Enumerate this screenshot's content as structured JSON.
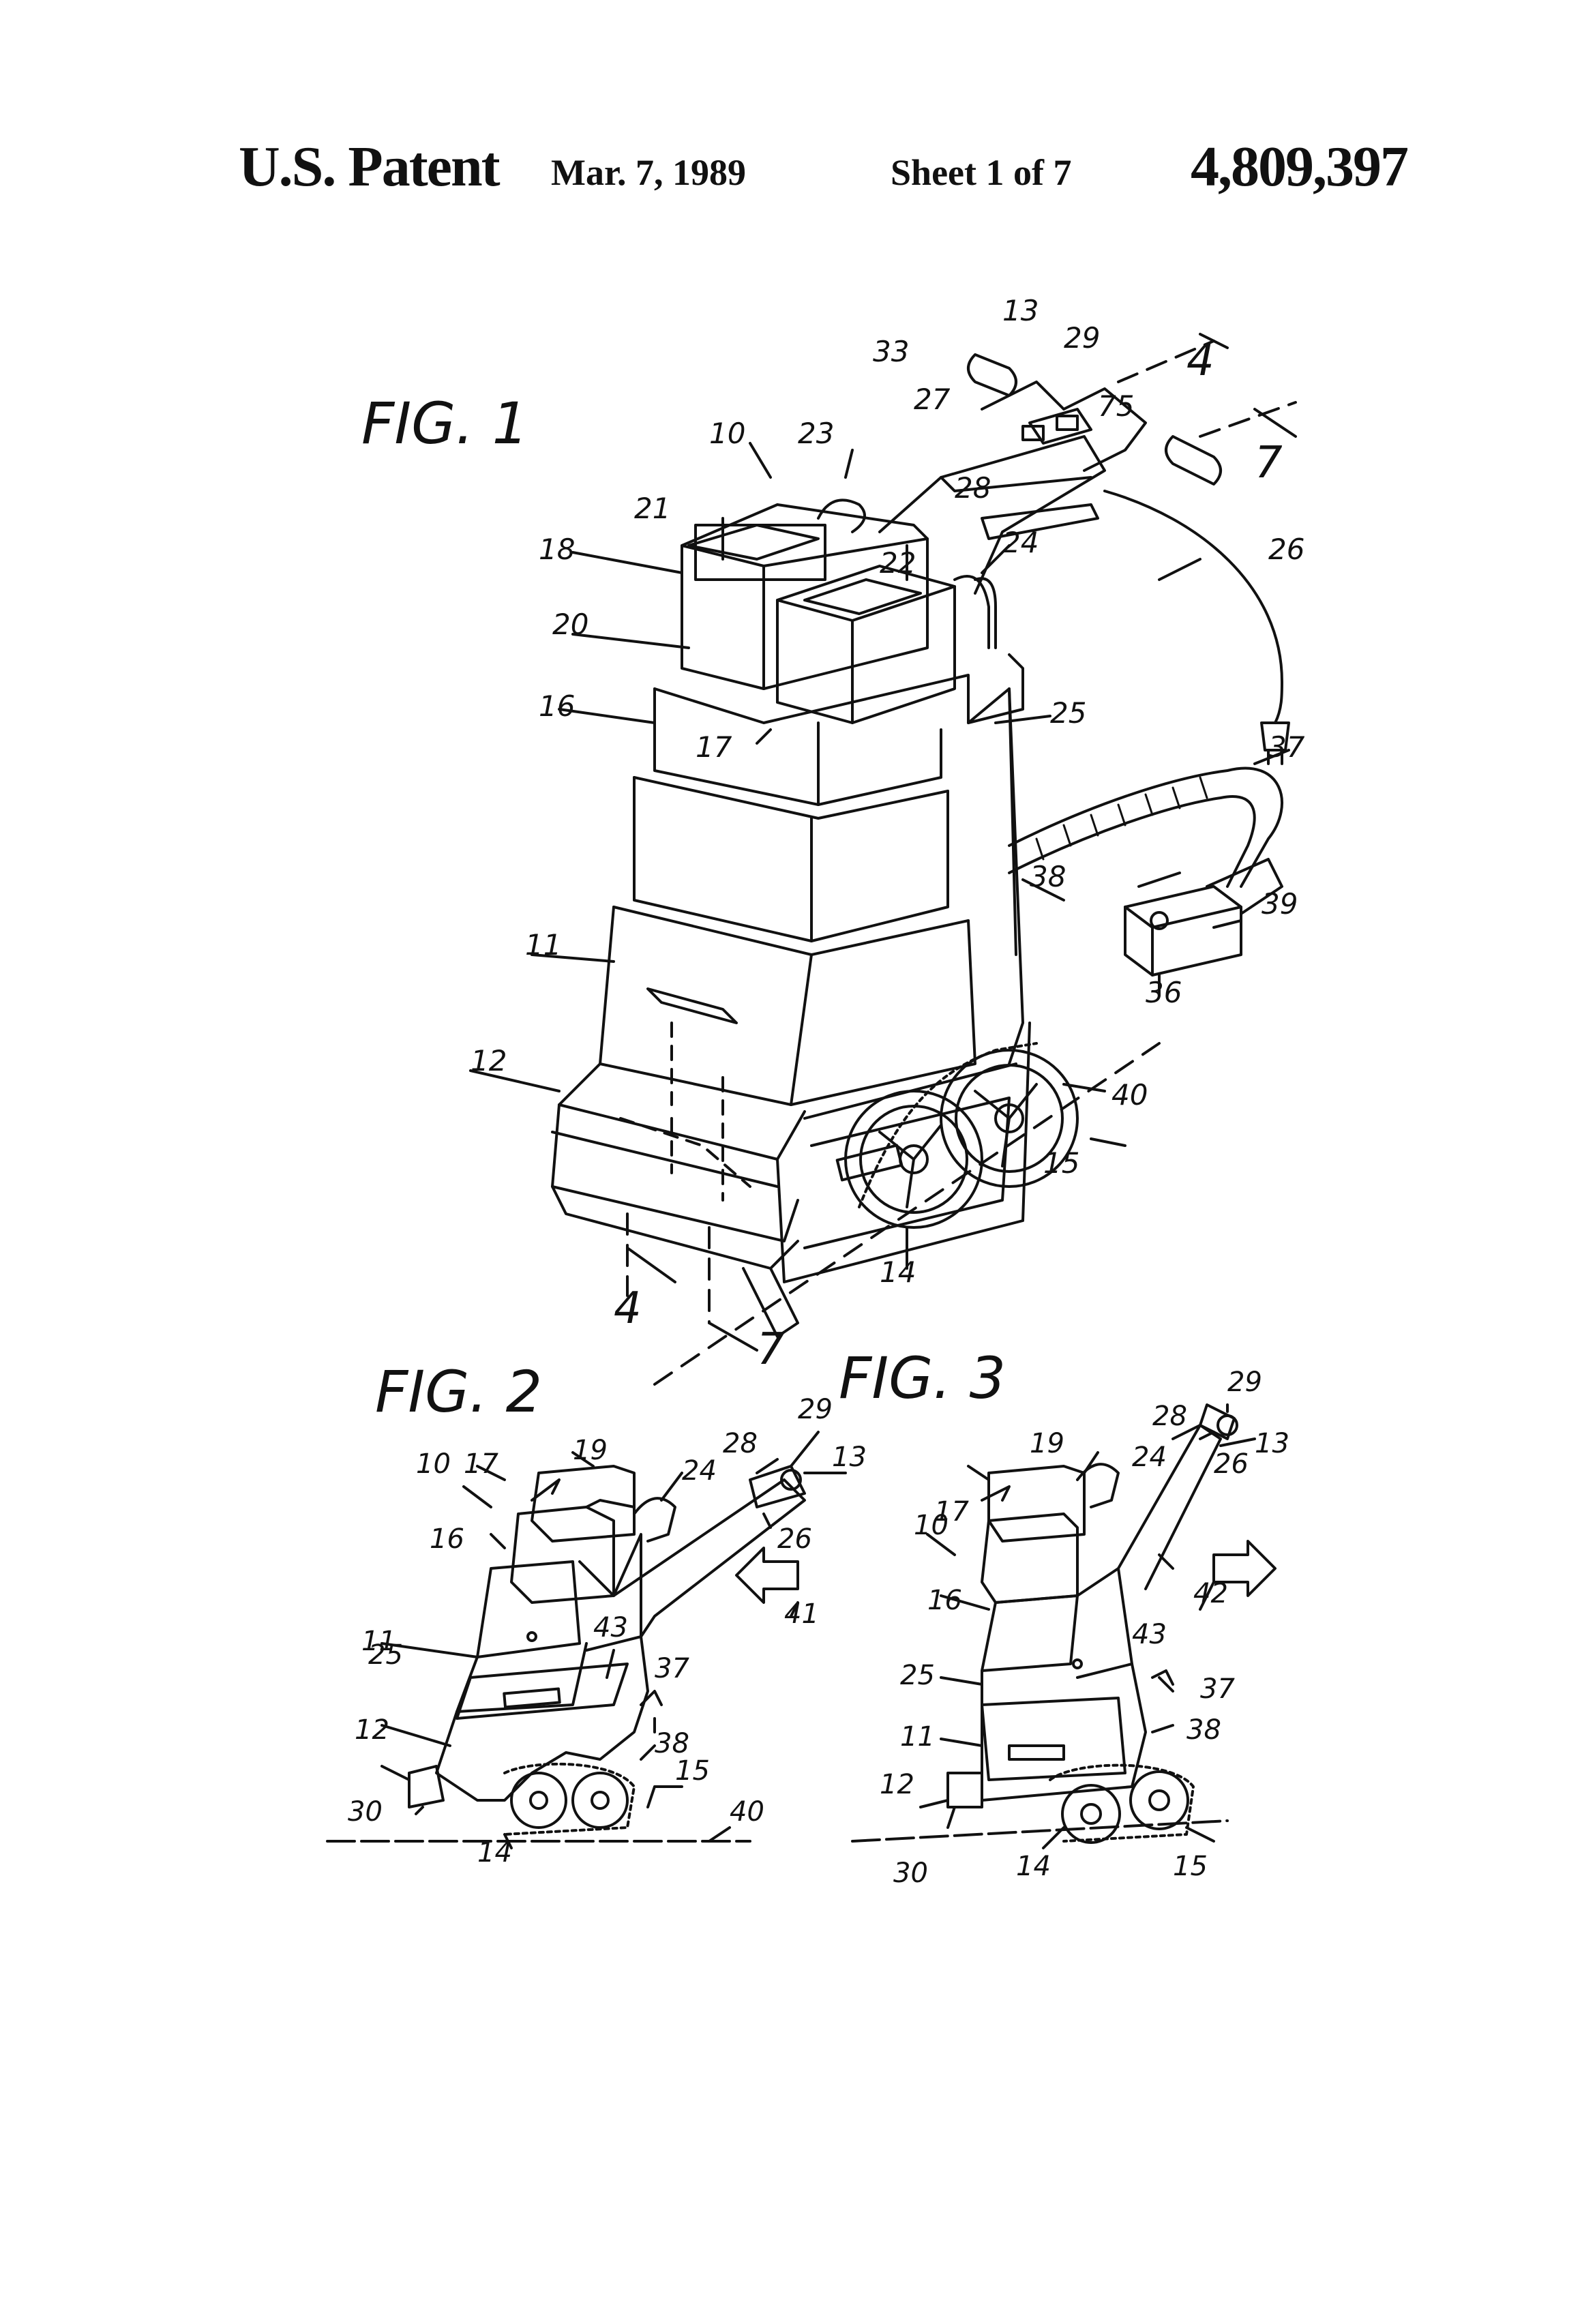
{
  "header": {
    "title": "U.S. Patent",
    "date": "Mar. 7, 1989",
    "sheet": "Sheet 1 of 7",
    "patent_number": "4,809,397"
  },
  "figures": [
    {
      "label": "FIG. 1",
      "refs": [
        "10",
        "11",
        "12",
        "13",
        "14",
        "15",
        "16",
        "17",
        "18",
        "20",
        "21",
        "22",
        "23",
        "24",
        "25",
        "26",
        "27",
        "28",
        "29",
        "33",
        "36",
        "37",
        "38",
        "39",
        "40",
        "75"
      ],
      "section_marks": [
        "4",
        "4",
        "7",
        "7"
      ]
    },
    {
      "label": "FIG. 2",
      "refs": [
        "10",
        "11",
        "12",
        "13",
        "14",
        "15",
        "16",
        "17",
        "19",
        "24",
        "25",
        "26",
        "28",
        "29",
        "30",
        "37",
        "38",
        "40",
        "41",
        "43"
      ]
    },
    {
      "label": "FIG. 3",
      "refs": [
        "10",
        "11",
        "12",
        "13",
        "14",
        "15",
        "16",
        "17",
        "19",
        "24",
        "25",
        "26",
        "28",
        "29",
        "30",
        "37",
        "38",
        "42",
        "43"
      ]
    }
  ]
}
